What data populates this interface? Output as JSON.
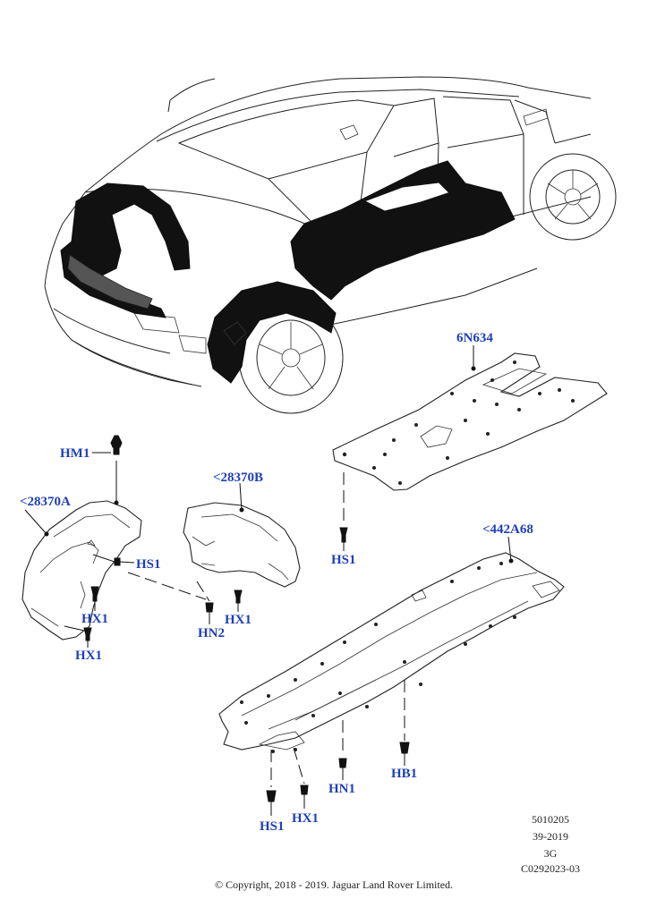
{
  "callouts": {
    "part_6n634": "6N634",
    "hm1": "HM1",
    "part_28370b": "<28370B",
    "part_28370a": "<28370A",
    "hs1_left": "HS1",
    "hs1_center": "HS1",
    "part_442a68": "<442A68",
    "hx1_a": "HX1",
    "hx1_b": "HX1",
    "hx1_c": "HX1",
    "hn2": "HN2",
    "hn1": "HN1",
    "hb1": "HB1",
    "hs1_bottom": "HS1",
    "hx1_bottom": "HX1"
  },
  "info": {
    "line1": "5010205",
    "line2": "39-2019",
    "line3": "3G",
    "line4": "C0292023-03"
  },
  "copyright": "© Copyright, 2018 - 2019. Jaguar Land Rover Limited."
}
